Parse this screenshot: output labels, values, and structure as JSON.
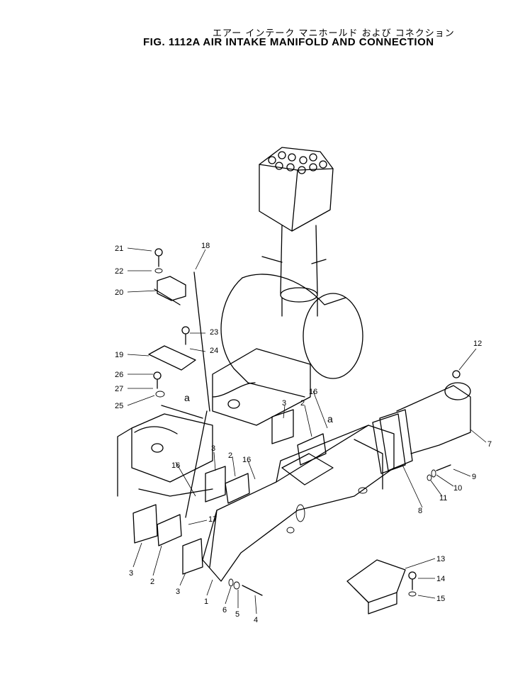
{
  "header": {
    "title_jp": "エアー インテーク マニホールド および コネクション",
    "title_en": "FIG. 1112A  AIR INTAKE MANIFOLD AND CONNECTION"
  },
  "callouts": [
    {
      "id": "c21",
      "label": "21"
    },
    {
      "id": "c22",
      "label": "22"
    },
    {
      "id": "c20",
      "label": "20"
    },
    {
      "id": "c18",
      "label": "18"
    },
    {
      "id": "c23",
      "label": "23"
    },
    {
      "id": "c24",
      "label": "24"
    },
    {
      "id": "c19",
      "label": "19"
    },
    {
      "id": "c26",
      "label": "26"
    },
    {
      "id": "c27",
      "label": "27"
    },
    {
      "id": "c25",
      "label": "25"
    },
    {
      "id": "ca1",
      "label": "a"
    },
    {
      "id": "c16a",
      "label": "16"
    },
    {
      "id": "c3a",
      "label": "3"
    },
    {
      "id": "c2a",
      "label": "2"
    },
    {
      "id": "ca2",
      "label": "a"
    },
    {
      "id": "c12",
      "label": "12"
    },
    {
      "id": "c7",
      "label": "7"
    },
    {
      "id": "c9",
      "label": "9"
    },
    {
      "id": "c10",
      "label": "10"
    },
    {
      "id": "c11",
      "label": "11"
    },
    {
      "id": "c8",
      "label": "8"
    },
    {
      "id": "c16b",
      "label": "16"
    },
    {
      "id": "c3b",
      "label": "3"
    },
    {
      "id": "c2b",
      "label": "2"
    },
    {
      "id": "c16c",
      "label": "16"
    },
    {
      "id": "c17",
      "label": "17"
    },
    {
      "id": "c3c",
      "label": "3"
    },
    {
      "id": "c2c",
      "label": "2"
    },
    {
      "id": "c3d",
      "label": "3"
    },
    {
      "id": "c1",
      "label": "1"
    },
    {
      "id": "c6",
      "label": "6"
    },
    {
      "id": "c5",
      "label": "5"
    },
    {
      "id": "c4",
      "label": "4"
    },
    {
      "id": "c13",
      "label": "13"
    },
    {
      "id": "c14",
      "label": "14"
    },
    {
      "id": "c15",
      "label": "15"
    }
  ]
}
